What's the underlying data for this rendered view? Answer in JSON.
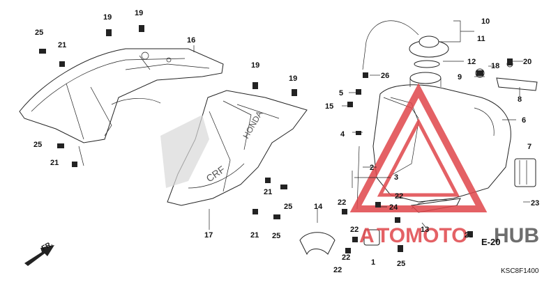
{
  "diagram": {
    "code": "KSC8F1400",
    "section_ref": "E-20",
    "direction_label": "FR.",
    "watermark": {
      "text_left": "A",
      "text_mid": "TOMOTO",
      "text_right": "HUB"
    },
    "colors": {
      "watermark": "#e0464b",
      "line": "#222222"
    },
    "callouts": {
      "c1": "1",
      "c2": "2",
      "c3": "3",
      "c4": "4",
      "c5": "5",
      "c6": "6",
      "c7": "7",
      "c8": "8",
      "c9": "9",
      "c10": "10",
      "c11": "11",
      "c12": "12",
      "c13": "13",
      "c14": "14",
      "c15": "15",
      "c16": "16",
      "c17": "17",
      "c18": "18",
      "c19a": "19",
      "c19b": "19",
      "c19c": "19",
      "c19d": "19",
      "c20": "20",
      "c21a": "21",
      "c21b": "21",
      "c21c": "21",
      "c21d": "21",
      "c22a": "22",
      "c22b": "22",
      "c22c": "22",
      "c22d": "22",
      "c22e": "22",
      "c22f": "22",
      "c23": "23",
      "c24": "24",
      "c25a": "25",
      "c25b": "25",
      "c25c": "25",
      "c25d": "25",
      "c25e": "25",
      "c26": "26"
    }
  }
}
